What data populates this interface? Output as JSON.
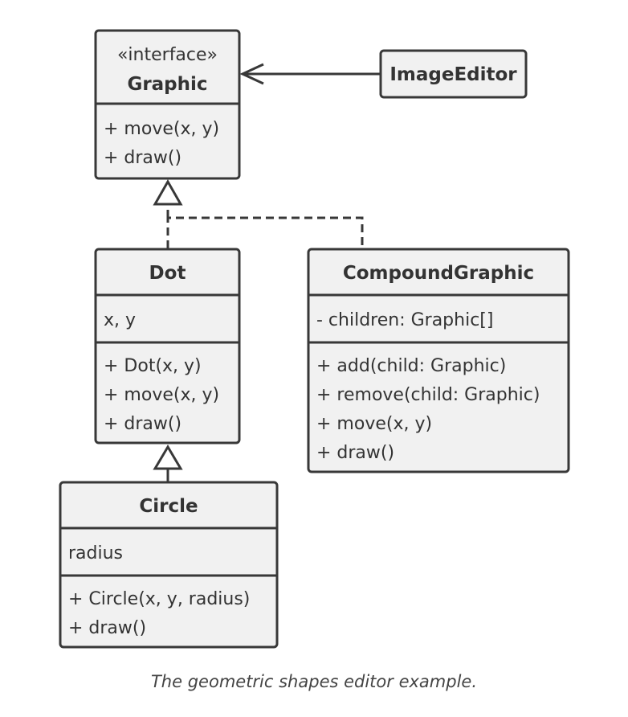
{
  "colors": {
    "box_fill": "#f1f1f1",
    "stroke": "#383838",
    "text": "#333333",
    "caption": "#444444"
  },
  "graphic": {
    "stereotype": "«interface»",
    "name": "Graphic",
    "methods": [
      "+ move(x, y)",
      "+ draw()"
    ]
  },
  "image_editor": {
    "name": "ImageEditor"
  },
  "dot": {
    "name": "Dot",
    "fields": [
      "x, y"
    ],
    "methods": [
      "+ Dot(x, y)",
      "+ move(x, y)",
      "+ draw()"
    ]
  },
  "compound": {
    "name": "CompoundGraphic",
    "fields": [
      "- children: Graphic[]"
    ],
    "methods": [
      "+ add(child: Graphic)",
      "+ remove(child: Graphic)",
      "+ move(x, y)",
      "+ draw()"
    ]
  },
  "circle": {
    "name": "Circle",
    "fields": [
      "radius"
    ],
    "methods": [
      "+ Circle(x, y, radius)",
      "+ draw()"
    ]
  },
  "caption": "The geometric shapes editor example."
}
